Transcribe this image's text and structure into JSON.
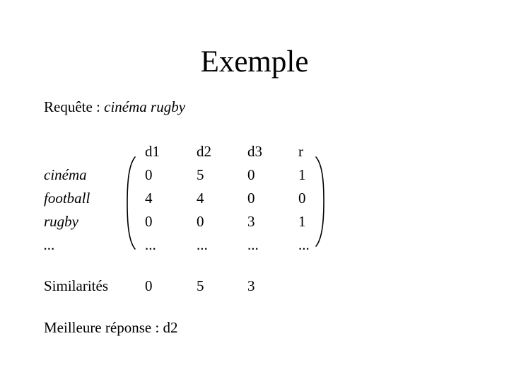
{
  "slide": {
    "background_color": "#ffffff",
    "text_color": "#000000",
    "title": "Exemple",
    "query": {
      "label": "Requête : ",
      "terms": "cinéma rugby"
    },
    "matrix": {
      "col_headers": [
        "d1",
        "d2",
        "d3",
        "r"
      ],
      "rows": [
        {
          "label": "cinéma",
          "values": [
            "0",
            "5",
            "0",
            "1"
          ]
        },
        {
          "label": "football",
          "values": [
            "4",
            "4",
            "0",
            "0"
          ]
        },
        {
          "label": "rugby",
          "values": [
            "0",
            "0",
            "3",
            "1"
          ]
        },
        {
          "label": "...",
          "values": [
            "...",
            "...",
            "...",
            "..."
          ]
        }
      ]
    },
    "similarities": {
      "label": "Similarités",
      "values": [
        "0",
        "5",
        "3"
      ]
    },
    "best_answer": "Meilleure réponse : d2"
  }
}
